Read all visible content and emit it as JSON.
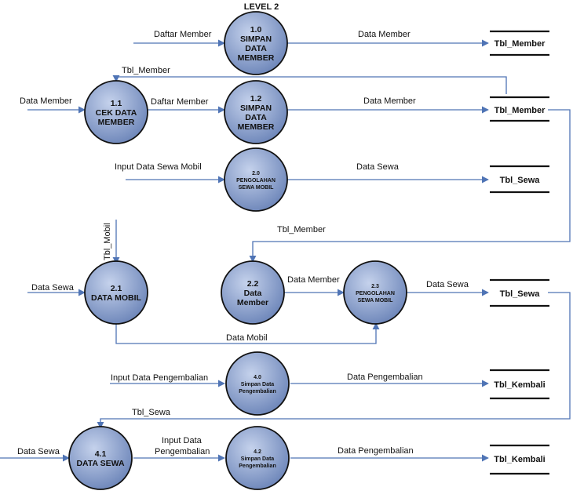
{
  "title": "LEVEL 2",
  "colors": {
    "flow": "#4f74b5",
    "process_fill_light": "#c5d2ec",
    "process_fill_dark": "#6b84b8",
    "process_border": "#111111",
    "store_line": "#111111"
  },
  "processes": {
    "p1_0": {
      "lines": [
        "1.0",
        "SIMPAN",
        "DATA",
        "MEMBER"
      ]
    },
    "p1_1": {
      "lines": [
        "1.1",
        "CEK DATA",
        "MEMBER"
      ]
    },
    "p1_2": {
      "lines": [
        "1.2",
        "SIMPAN",
        "DATA",
        "MEMBER"
      ]
    },
    "p2_0": {
      "lines": [
        "2.0",
        "PENGOLAHAN",
        "SEWA MOBIL"
      ]
    },
    "p2_1": {
      "lines": [
        "2.1",
        "DATA MOBIL"
      ]
    },
    "p2_2": {
      "lines": [
        "2.2",
        "Data",
        "Member"
      ]
    },
    "p2_3": {
      "lines": [
        "2.3",
        "PENGOLAHAN",
        "SEWA MOBIL"
      ]
    },
    "p4_0": {
      "lines": [
        "4.0",
        "Simpan Data",
        "Pengembalian"
      ]
    },
    "p4_1": {
      "lines": [
        "4.1",
        "DATA SEWA"
      ]
    },
    "p4_2": {
      "lines": [
        "4.2",
        "Simpan Data",
        "Pengembalian"
      ]
    }
  },
  "stores": {
    "s1": "Tbl_Member",
    "s2": "Tbl_Member",
    "s3": "Tbl_Sewa",
    "s4": "Tbl_Sewa",
    "s5": "Tbl_Kembali",
    "s6": "Tbl_Kembali"
  },
  "flows": {
    "f_daftar_member_1": "Daftar  Member",
    "f_data_member_1": "Data Member",
    "f_tbl_member_back": "Tbl_Member",
    "f_data_member_in": "Data Member",
    "f_daftar_member_2": "Daftar  Member",
    "f_data_member_2": "Data Member",
    "f_input_sewa": "Input Data Sewa Mobil",
    "f_data_sewa_1": "Data Sewa",
    "f_tbl_mobil": "Tbl_Mobil",
    "f_tbl_member_down": "Tbl_Member",
    "f_data_sewa_in": "Data Sewa",
    "f_data_member_3": "Data Member",
    "f_data_sewa_2": "Data Sewa",
    "f_data_mobil": "Data Mobil",
    "f_input_pengembalian_1": "Input  Data Pengembalian",
    "f_data_pengembalian_1": "Data Pengembalian",
    "f_tbl_sewa_back": "Tbl_Sewa",
    "f_data_sewa_in_2": "Data Sewa",
    "f_input_data_line1": "Input  Data",
    "f_input_data_line2": "Pengembalian",
    "f_data_pengembalian_2": "Data Pengembalian"
  }
}
